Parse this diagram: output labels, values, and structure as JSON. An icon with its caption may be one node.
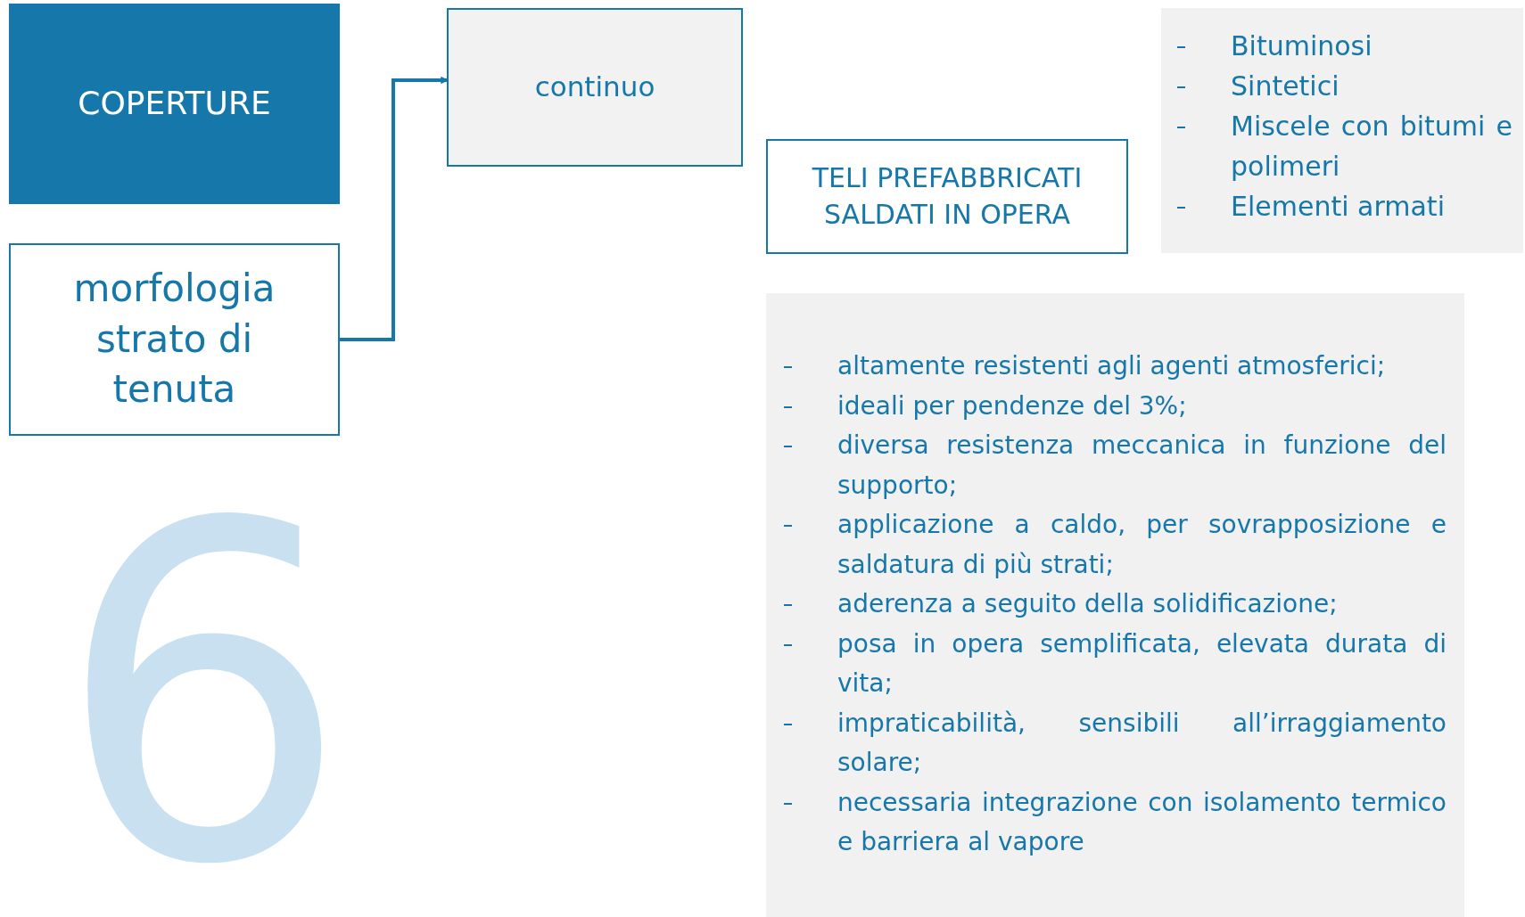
{
  "diagram": {
    "nodes": [
      {
        "text": [
          "COPERTURE"
        ]
      },
      {
        "text": [
          "continuo"
        ]
      },
      {
        "text": [
          "Bituminosi",
          "Sintetici",
          "Miscele con bitumi e polimeri",
          "Elementi armati"
        ]
      },
      {
        "text": [
          "TELI PREFABBRICATI SALDATI IN OPERA"
        ]
      },
      {
        "text": [
          "morfologia strato di tenuta"
        ]
      },
      {
        "text": [
          "altamente resistenti agli agenti atmosferici;",
          "ideali per pendenze del 3%;",
          "diversa resistenza meccanica in funzione del supporto;",
          "applicazione a caldo, per sovrapposizione e saldatura di più strati;",
          "aderenza a seguito della solidificazione;",
          "posa in opera semplificata, elevata durata di vita;",
          "impraticabilità, sensibili all’irraggiamento solare;",
          "necessaria integrazione con isolamento termico e barriera al vapore"
        ]
      }
    ],
    "edges": [
      {
        "from": 4,
        "to": 1,
        "arrow": "to"
      }
    ],
    "labels": [
      "6"
    ]
  }
}
